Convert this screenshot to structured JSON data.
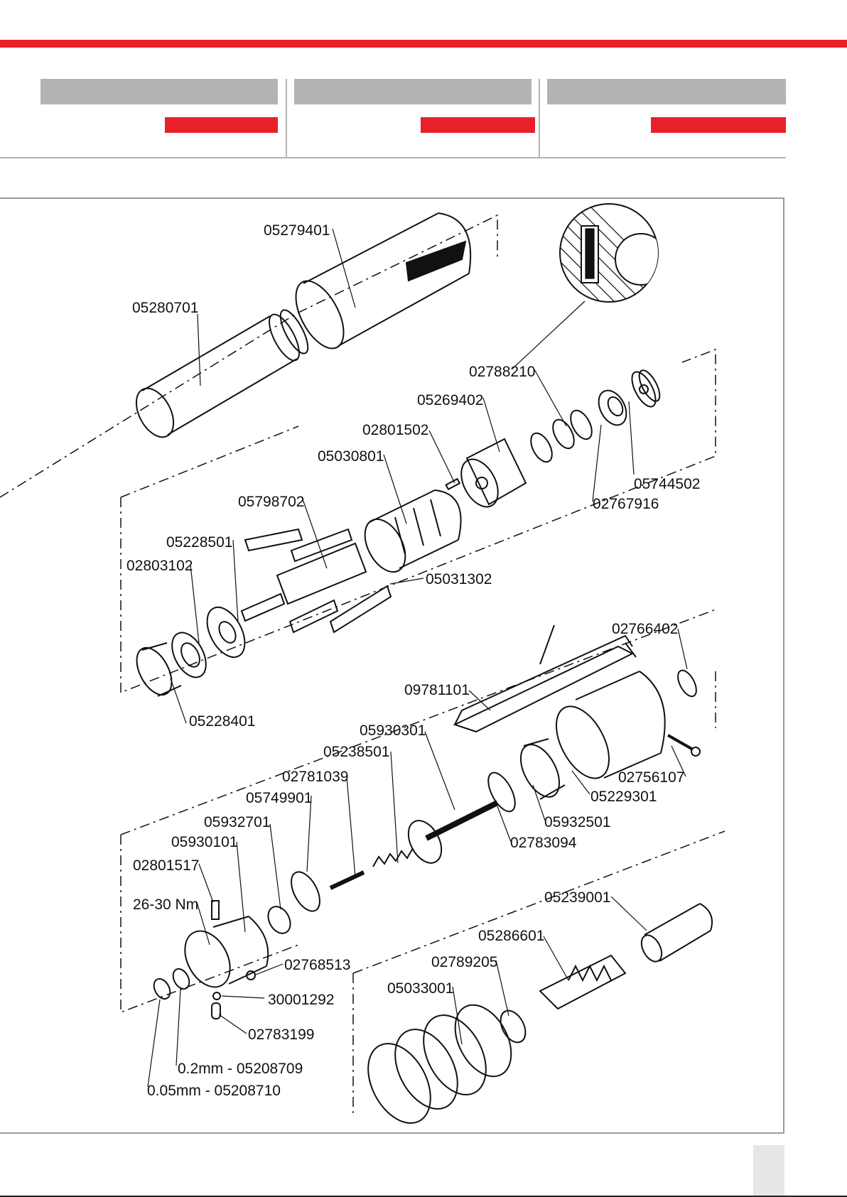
{
  "header": {
    "columns": [
      {
        "title": "",
        "subtitle": ""
      },
      {
        "title": "",
        "subtitle": ""
      },
      {
        "title": "",
        "subtitle": ""
      }
    ]
  },
  "colors": {
    "accent": "#e8202a",
    "header_gray": "#b3b3b3",
    "frame": "#9a9a9a"
  },
  "part_labels": {
    "p05279401": "05279401",
    "p05280701": "05280701",
    "p02788210": "02788210",
    "p05269402": "05269402",
    "p02801502": "02801502",
    "p05030801": "05030801",
    "p05744502": "05744502",
    "p02767916": "02767916",
    "p05798702": "05798702",
    "p05228501": "05228501",
    "p02803102": "02803102",
    "p05031302": "05031302",
    "p05228401": "05228401",
    "p02766402": "02766402",
    "p09781101": "09781101",
    "p05930301": "05930301",
    "p05238501": "05238501",
    "p02781039": "02781039",
    "p05749901": "05749901",
    "p05932701": "05932701",
    "p05930101": "05930101",
    "p02801517": "02801517",
    "torque": "26-30 Nm",
    "p02756107": "02756107",
    "p05229301": "05229301",
    "p05932501": "05932501",
    "p02783094": "02783094",
    "p05239001": "05239001",
    "p05286601": "05286601",
    "p02789205": "02789205",
    "p05033001": "05033001",
    "p02768513": "02768513",
    "p30001292": "30001292",
    "p02783199": "02783199",
    "shim_02": "0.2mm - 05208709",
    "shim_005": "0.05mm - 05208710"
  },
  "footer": {
    "page_number": ""
  }
}
